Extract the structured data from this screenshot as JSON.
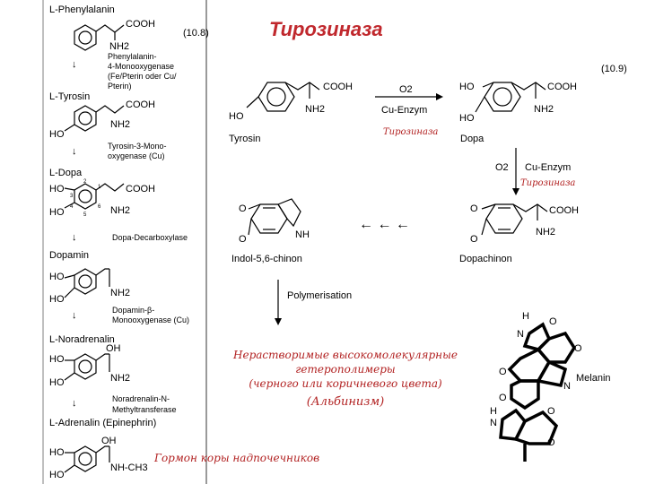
{
  "title": "Тирозиназа",
  "left_panel": {
    "reaction_number": "(10.8)",
    "compounds": [
      {
        "name": "L-Phenylalanin",
        "groups": [
          "COOH",
          "NH2"
        ]
      },
      {
        "name": "L-Tyrosin",
        "groups": [
          "HO",
          "COOH",
          "NH2"
        ]
      },
      {
        "name": "L-Dopa",
        "groups": [
          "HO",
          "HO",
          "COOH",
          "NH2"
        ],
        "ring_positions": [
          "2",
          "1",
          "3",
          "4",
          "5",
          "6"
        ]
      },
      {
        "name": "Dopamin",
        "groups": [
          "HO",
          "HO",
          "NH2"
        ]
      },
      {
        "name": "L-Noradrenalin",
        "groups": [
          "HO",
          "HO",
          "OH",
          "NH2"
        ]
      },
      {
        "name": "L-Adrenalin (Epinephrin)",
        "groups": [
          "HO",
          "HO",
          "OH",
          "NH-CH3"
        ]
      }
    ],
    "enzymes": [
      "Phenylalanin-4-Monooxygenase (Fe/Pterin oder Cu/Pterin)",
      "Tyrosin-3-Monooxygenase (Cu)",
      "Dopa-Decarboxylase",
      "Dopamin-β-Monooxygenase (Cu)",
      "Noradrenalin-N-Methyltransferase"
    ],
    "enzyme_lines": [
      [
        "Phenylalanin-",
        "4-Monooxygenase",
        "(Fe/Pterin oder Cu/",
        "Pterin)"
      ],
      [
        "Tyrosin-3-Mono-",
        "oxygenase (Cu)"
      ],
      [
        "Dopa-Decarboxylase"
      ],
      [
        "Dopamin-β-",
        "Monooxygenase (Cu)"
      ],
      [
        "Noradrenalin-N-",
        "Methyltransferase"
      ]
    ]
  },
  "right_panel": {
    "reaction_number": "(10.9)",
    "tyrosine_label": "Tyrosin",
    "dopa_label": "Dopa",
    "dopachinon_label": "Dopachinon",
    "indolchinon_label": "Indol-5,6-chinon",
    "melanin_label": "Melanin",
    "reagents": {
      "o2": "O2",
      "cu_enzym": "Cu-Enzym",
      "tyrosinase_italic": "Тирозиназа",
      "polymerisation": "Polymerisation"
    },
    "groups": {
      "ho": "HO",
      "cooh": "COOH",
      "nh2": "NH2",
      "o": "O",
      "nh": "NH",
      "h": "H",
      "n": "N"
    }
  },
  "captions": {
    "heteropolymers": [
      "Нерастворимые высокомолекулярные",
      "гетерополимеры",
      "(черного или коричневого цвета)"
    ],
    "albinism": "(Альбинизм)",
    "adrenal": "Гормон коры надпочечников"
  },
  "colors": {
    "accent": "#c0282d",
    "caption": "#b22222",
    "ink": "#000000",
    "panel_border": "#000000"
  }
}
